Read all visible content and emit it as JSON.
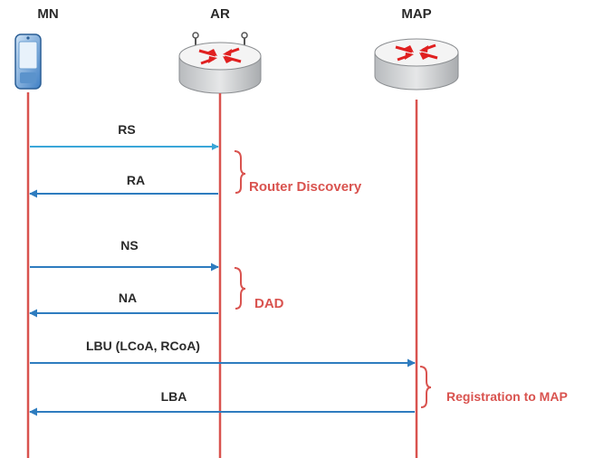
{
  "entities": {
    "mn": {
      "label": "MN"
    },
    "ar": {
      "label": "AR"
    },
    "map": {
      "label": "MAP"
    }
  },
  "messages": [
    {
      "id": "rs",
      "label": "RS",
      "from": "mn",
      "to": "ar",
      "color": "#3aa6d8"
    },
    {
      "id": "ra",
      "label": "RA",
      "from": "ar",
      "to": "mn",
      "color": "#2e7cbf"
    },
    {
      "id": "ns",
      "label": "NS",
      "from": "mn",
      "to": "ar",
      "color": "#2e7cbf"
    },
    {
      "id": "na",
      "label": "NA",
      "from": "ar",
      "to": "mn",
      "color": "#2e7cbf"
    },
    {
      "id": "lbu",
      "label": "LBU (LCoA, RCoA)",
      "from": "mn",
      "to": "map",
      "color": "#2e7cbf"
    },
    {
      "id": "lba",
      "label": "LBA",
      "from": "map",
      "to": "mn",
      "color": "#2e7cbf"
    }
  ],
  "phases": [
    {
      "id": "router-discovery",
      "label": "Router Discovery"
    },
    {
      "id": "dad",
      "label": "DAD"
    },
    {
      "id": "registration",
      "label": "Registration to MAP"
    }
  ],
  "colors": {
    "lifeline": "#d9534f",
    "phase": "#d9534f",
    "router_body": "#d4d6d8",
    "router_top": "#f2f2f2",
    "router_arrow": "#e02020",
    "phone": "#4a8fd0"
  }
}
